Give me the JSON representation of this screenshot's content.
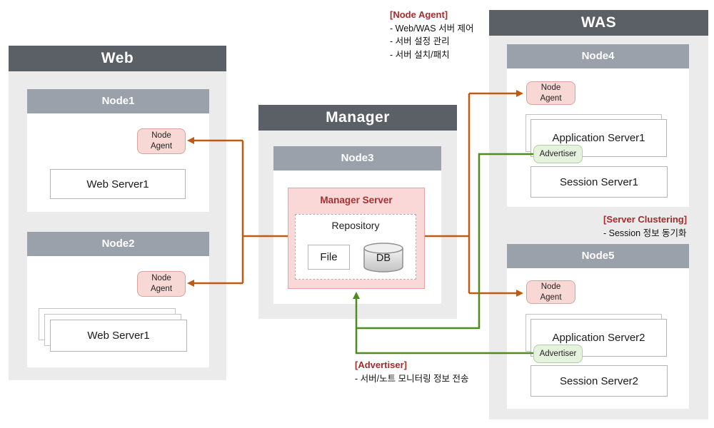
{
  "web": {
    "title": "Web",
    "nodes": [
      {
        "title": "Node1",
        "agent": "Node Agent",
        "server": "Web Server1"
      },
      {
        "title": "Node2",
        "agent": "Node Agent",
        "server": "Web Server1"
      }
    ]
  },
  "manager": {
    "title": "Manager",
    "node_title": "Node3",
    "server_title": "Manager Server",
    "repository_title": "Repository",
    "file_label": "File",
    "db_label": "DB"
  },
  "was": {
    "title": "WAS",
    "nodes": [
      {
        "title": "Node4",
        "agent": "Node Agent",
        "app_server": "Application Server1",
        "advertiser": "Advertiser",
        "session_server": "Session Server1"
      },
      {
        "title": "Node5",
        "agent": "Node Agent",
        "app_server": "Application Server2",
        "advertiser": "Advertiser",
        "session_server": "Session Server2"
      }
    ]
  },
  "annotations": {
    "node_agent": {
      "title": "[Node Agent]",
      "items": [
        "- Web/WAS 서버 제어",
        "- 서버 설정 관리",
        "- 서버 설치/패치"
      ]
    },
    "server_clustering": {
      "title": "[Server Clustering]",
      "items": [
        "- Session 정보 동기화"
      ]
    },
    "advertiser": {
      "title": "[Advertiser]",
      "items": [
        "- 서버/노트 모니터링 정보 전송"
      ]
    }
  },
  "colors": {
    "section_header_bg": "#5b6067",
    "node_header_bg": "#9ba1aa",
    "section_body_bg": "#ebebeb",
    "agent_fill": "#f8d8d5",
    "agent_border": "#d9a39d",
    "advertiser_fill": "#e5f2dd",
    "advertiser_border": "#b0d1a3",
    "manager_server_fill": "#fbd8d8",
    "manager_server_border": "#e9a2a2",
    "annotation_red": "#a32c2c",
    "control_line_orange": "#c05a12",
    "advertise_line_green": "#4f8c1f"
  }
}
